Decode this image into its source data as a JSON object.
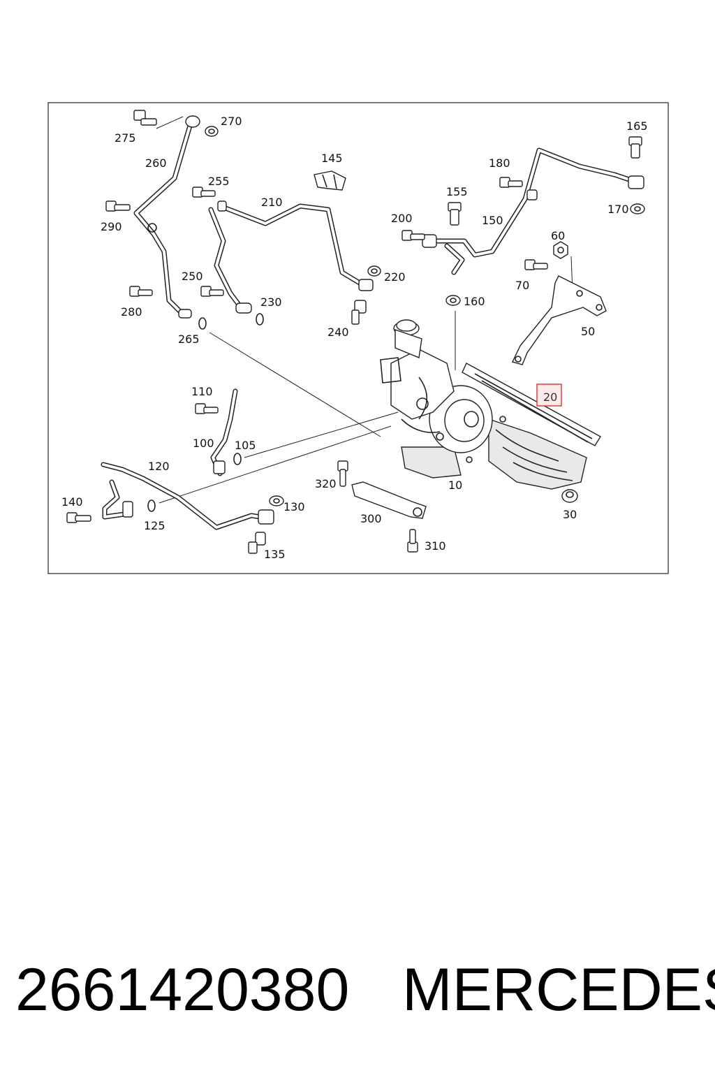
{
  "diagram": {
    "callouts": {
      "c10": "10",
      "c20": "20",
      "c30": "30",
      "c50": "50",
      "c60": "60",
      "c70": "70",
      "c100": "100",
      "c105": "105",
      "c110": "110",
      "c120": "120",
      "c125": "125",
      "c130": "130",
      "c135": "135",
      "c140": "140",
      "c145": "145",
      "c150": "150",
      "c155": "155",
      "c160": "160",
      "c165": "165",
      "c170": "170",
      "c180": "180",
      "c200": "200",
      "c210": "210",
      "c220": "220",
      "c230": "230",
      "c240": "240",
      "c250": "250",
      "c255": "255",
      "c260": "260",
      "c265": "265",
      "c270": "270",
      "c275": "275",
      "c280": "280",
      "c290": "290",
      "c300": "300",
      "c310": "310",
      "c320": "320"
    },
    "highlighted_callout": "20",
    "highlight_color": "#e03030"
  },
  "footer": {
    "part_number": "2661420380",
    "brand": "MERCEDES"
  }
}
